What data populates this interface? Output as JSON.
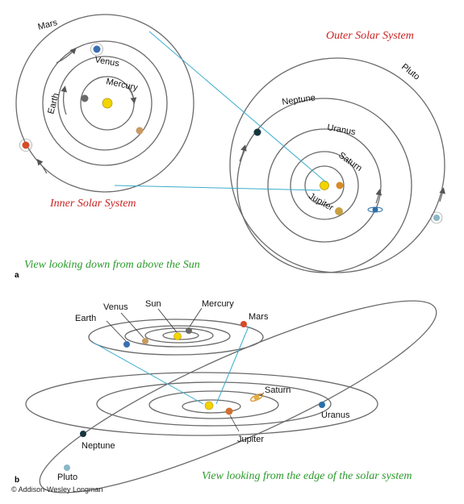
{
  "panel_a": {
    "part": "a",
    "caption": "View looking down from above the Sun",
    "inner_title": "Inner Solar System",
    "outer_title": "Outer Solar System",
    "inner_labels": {
      "mars": "Mars",
      "venus": "Venus",
      "mercury": "Mercury",
      "earth": "Earth"
    },
    "outer_labels": {
      "pluto": "Pluto",
      "neptune": "Neptune",
      "uranus": "Uranus",
      "saturn": "Saturn",
      "jupiter": "Jupiter"
    }
  },
  "panel_b": {
    "part": "b",
    "caption": "View looking from the edge of the solar system",
    "labels": {
      "earth": "Earth",
      "venus": "Venus",
      "sun": "Sun",
      "mercury": "Mercury",
      "mars": "Mars",
      "saturn": "Saturn",
      "uranus": "Uranus",
      "neptune": "Neptune",
      "jupiter": "Jupiter",
      "pluto": "Pluto"
    }
  },
  "credit": "© Addison-Wesley Longman",
  "colors": {
    "sun": "#f2d400",
    "mercury": "#6a6a6a",
    "venus": "#c89a64",
    "earth": "#3a6fb0",
    "mars": "#d84a26",
    "jupiter": "#c9a040",
    "saturn": "#d68a2a",
    "uranus": "#2a6fa8",
    "neptune": "#15363e",
    "pluto": "#8ab8c8",
    "connector": "#3aaccc"
  }
}
